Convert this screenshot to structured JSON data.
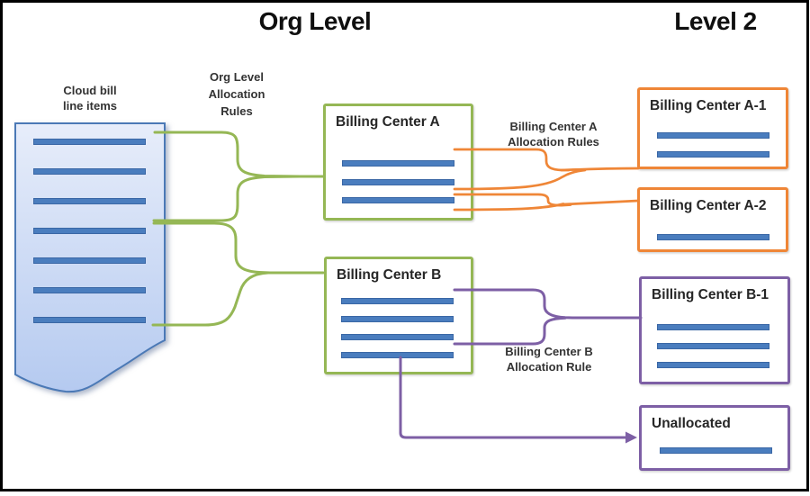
{
  "titles": {
    "org_level": "Org Level",
    "level_2": "Level 2"
  },
  "document_shape": {
    "label": "Cloud bill\nline items",
    "line_items": 7
  },
  "connector_labels": {
    "org_level_rules": "Org Level\nAllocation\nRules",
    "billing_center_a_rules": "Billing Center A\nAllocation Rules",
    "billing_center_b_rule": "Billing Center B\nAllocation Rule"
  },
  "boxes": {
    "billing_center_a": {
      "title": "Billing Center A",
      "line_items": 3
    },
    "billing_center_b": {
      "title": "Billing Center B",
      "line_items": 4
    },
    "billing_center_a1": {
      "title": "Billing Center A-1",
      "line_items": 2
    },
    "billing_center_a2": {
      "title": "Billing Center A-2",
      "line_items": 1
    },
    "billing_center_b1": {
      "title": "Billing Center B-1",
      "line_items": 3
    },
    "unallocated": {
      "title": "Unallocated",
      "line_items": 1
    }
  },
  "colors": {
    "org_level_accent": "#95b755",
    "level2_a_accent": "#ef8637",
    "level2_b_accent": "#7d5fa5",
    "line_item_fill": "#4a7dbe",
    "line_item_edge": "#3a67a5",
    "document_fill_top": "#e7edfa",
    "document_fill_bottom": "#b5caf0",
    "document_edge": "#4b79b6",
    "frame": "#000000",
    "text": "#333333"
  }
}
